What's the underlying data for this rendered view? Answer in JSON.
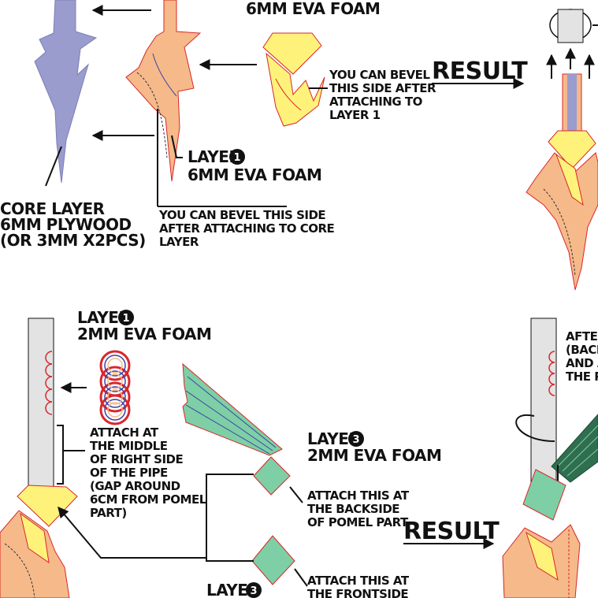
{
  "top": {
    "layer2_label": "6MM EVA FOAM",
    "bevel_note": [
      "YOU CAN BEVEL",
      "THIS SIDE AFTER",
      "ATTACHING TO",
      "LAYER 1"
    ],
    "result_label": "RESULT",
    "layer1_label": [
      "LAYER",
      "6MM EVA FOAM"
    ],
    "layer1_number": "1",
    "core_label": [
      "CORE LAYER",
      "6MM PLYWOOD",
      "(OR 3MM X2PCS)"
    ],
    "core_bevel_note": [
      "YOU CAN BEVEL THIS SIDE",
      "AFTER ATTACHING TO CORE",
      "LAYER"
    ]
  },
  "bottom": {
    "layer1_label": [
      "LAYER",
      "2MM EVA FOAM"
    ],
    "layer1_number": "1",
    "attach_note": [
      "ATTACH AT",
      "THE MIDDLE",
      "OF RIGHT SIDE",
      "OF THE PIPE",
      "(GAP AROUND",
      "6CM FROM POMEL",
      "PART)"
    ],
    "layer3_label": [
      "LAYER",
      "2MM EVA FOAM"
    ],
    "layer3_number": "3",
    "attach_back_note": [
      "ATTACH THIS AT",
      "THE BACKSIDE",
      "OF POMEL PART"
    ],
    "result_label": "RESULT",
    "attach_front_note": [
      "ATTACH THIS AT",
      "THE FRONTSIDE"
    ],
    "layer3_bottom_label": "LAYER",
    "layer3_bottom_number": "3",
    "after_note": [
      "AFTER",
      "(BACKS",
      "AND AT",
      "THE PI"
    ]
  },
  "colors": {
    "core": "#9a9ccd",
    "layer1": "#f6b98a",
    "guard": "#fff27a",
    "layer3": "#7ecfa5",
    "layer3_strip": "#2f6e4f",
    "pipe": "#e3e3e3",
    "outline": "#d9262b",
    "ink": "#111111"
  }
}
